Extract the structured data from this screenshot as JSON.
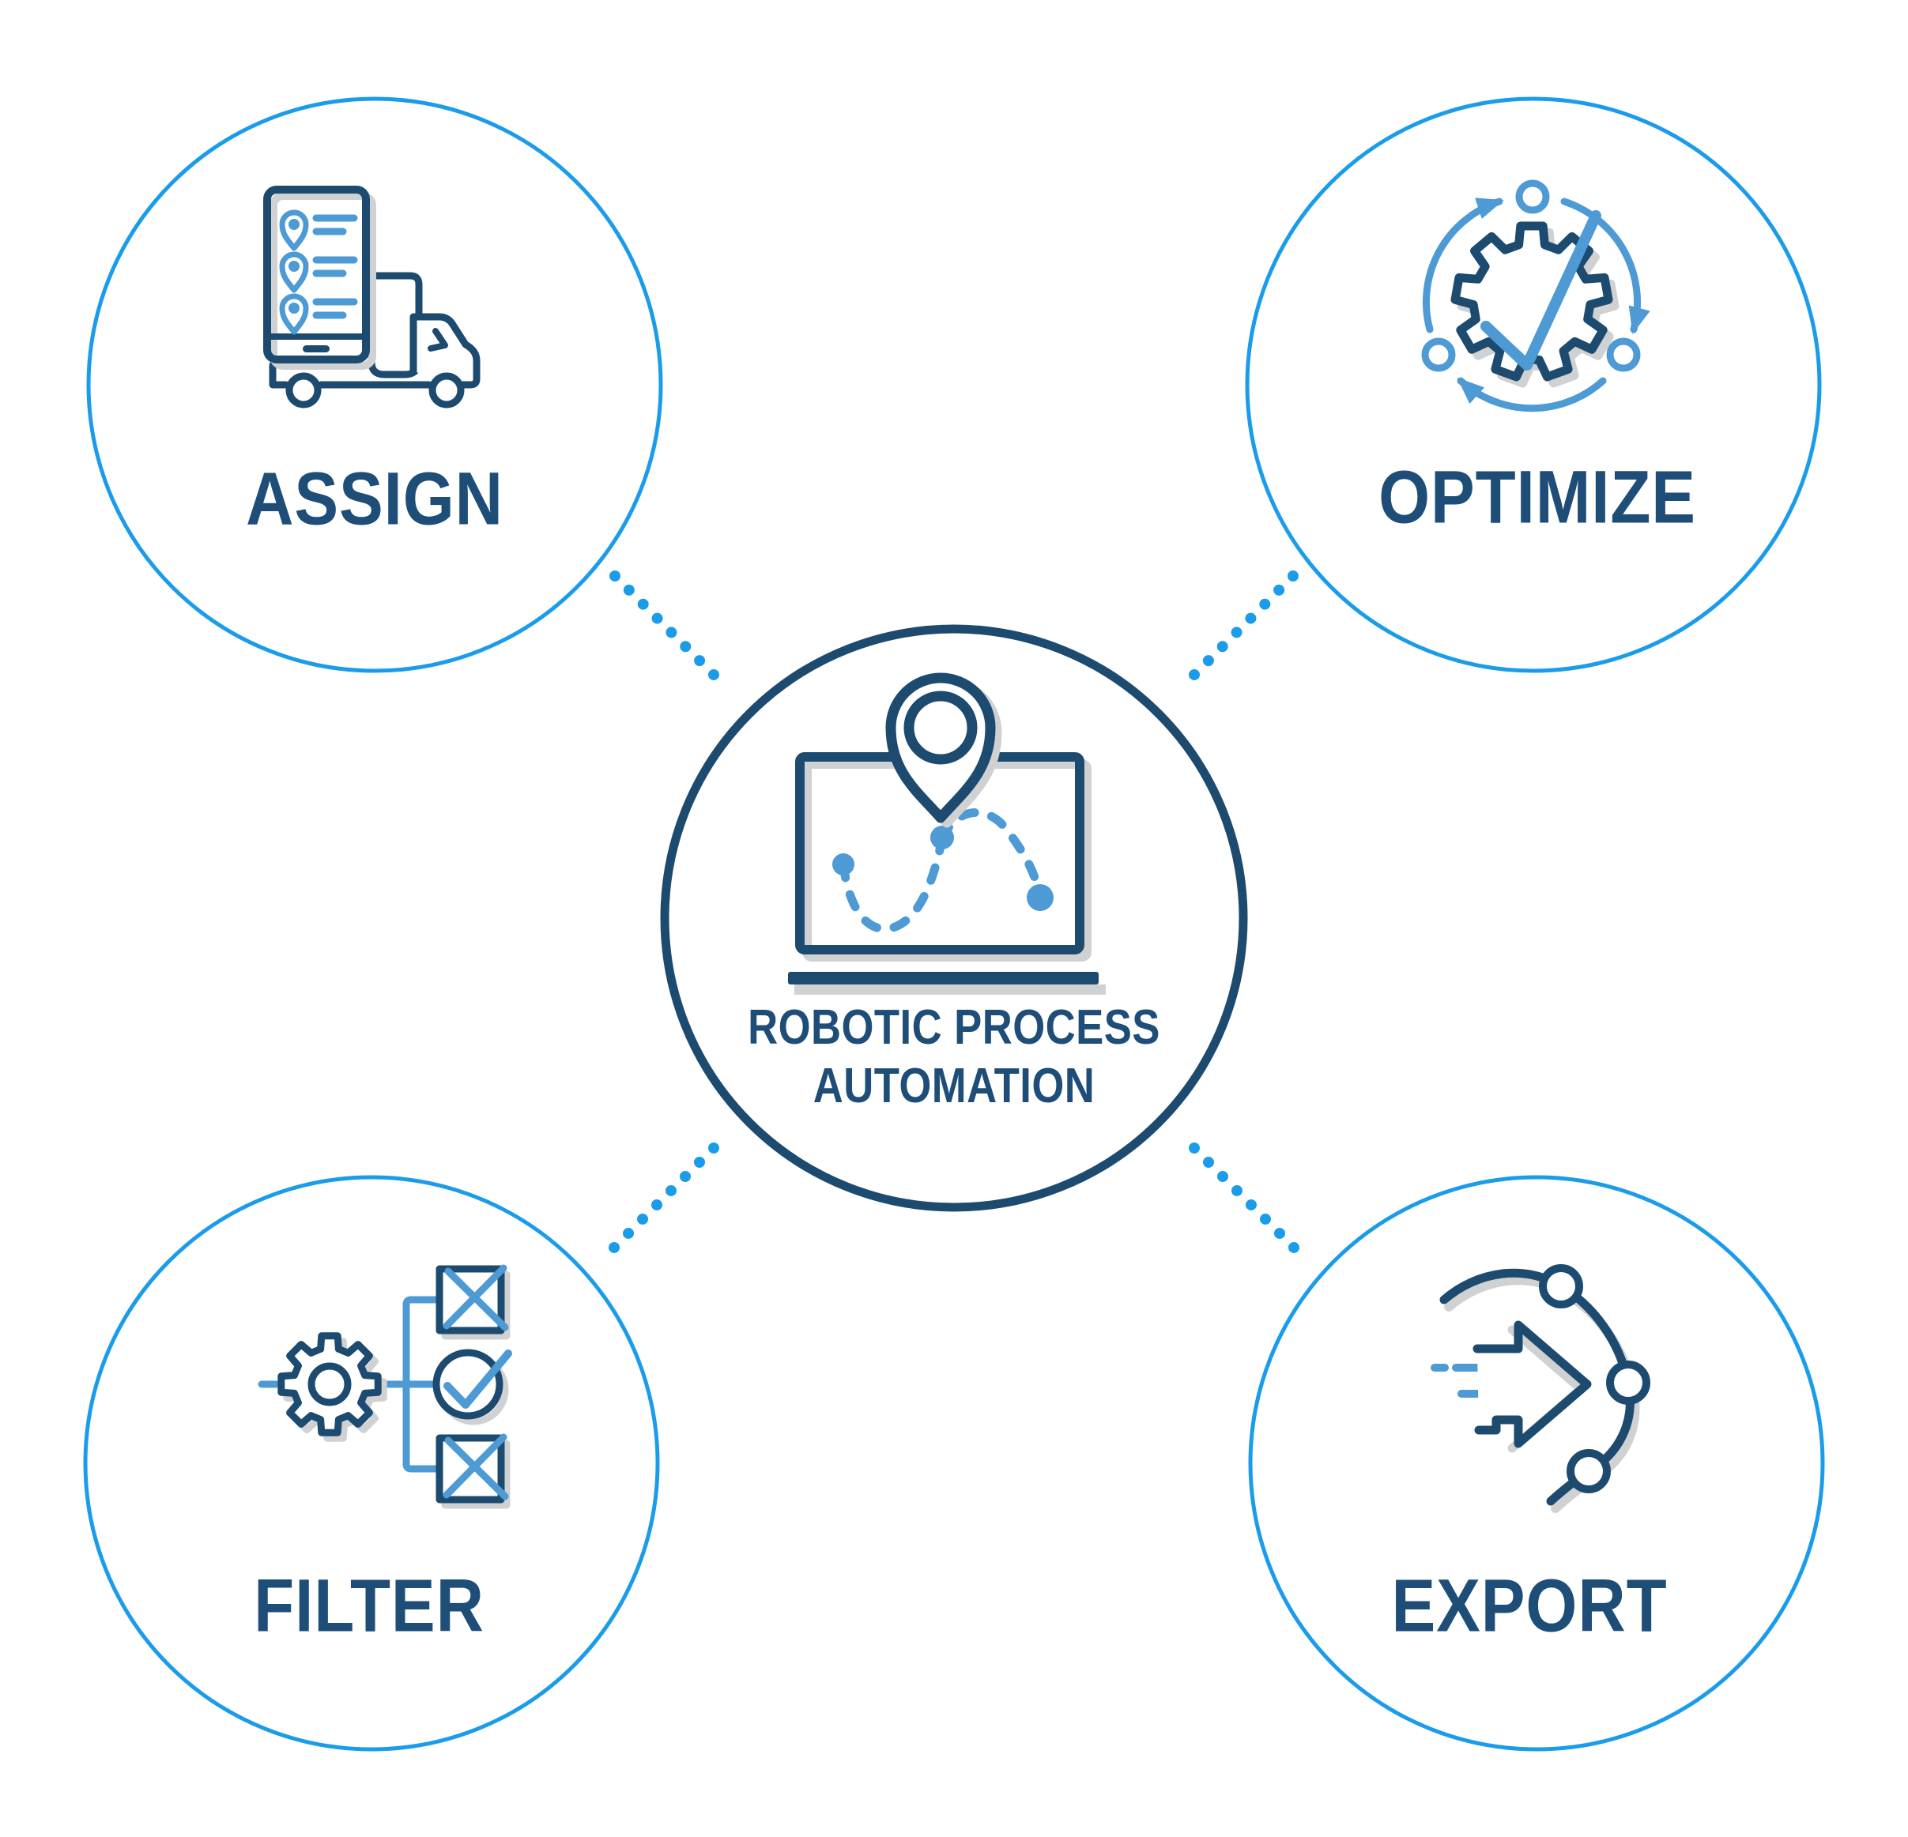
{
  "title": "Robotic Process Automation diagram",
  "center": {
    "label_line1": "ROBOTIC PROCESS",
    "label_line2": "AUTOMATION",
    "icon": "laptop-map-route-pin-icon"
  },
  "nodes": [
    {
      "id": "assign",
      "label": "ASSIGN",
      "icon": "phone-delivery-truck-icon",
      "position": "top-left"
    },
    {
      "id": "optimize",
      "label": "OPTIMIZE",
      "icon": "gear-check-cycle-icon",
      "position": "top-right"
    },
    {
      "id": "filter",
      "label": "FILTER",
      "icon": "gear-branch-checklist-icon",
      "position": "bottom-left"
    },
    {
      "id": "export",
      "label": "EXPORT",
      "icon": "fast-arrow-node-arc-icon",
      "position": "bottom-right"
    }
  ],
  "colors": {
    "accent_bright": "#1B9CEA",
    "accent_medium": "#4E9AD5",
    "navy": "#1D4A6F",
    "text_navy": "#1E4E78",
    "shadow_gray": "#D0D1D2",
    "background": "#FFFFFF"
  }
}
